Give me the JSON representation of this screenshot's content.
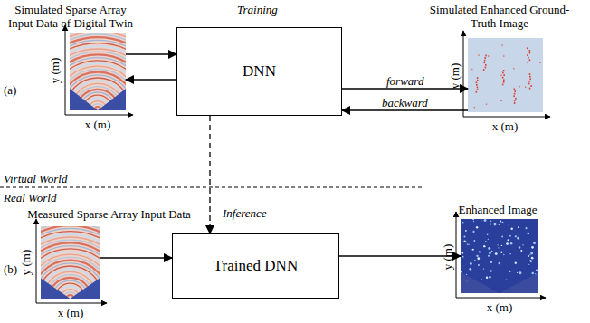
{
  "diagram": {
    "nodes": [
      {
        "text": [
          "Simulated Sparse Array Input Data of Digital Twin"
        ]
      },
      {
        "text": [
          "DNN"
        ]
      },
      {
        "text": [
          "Simulated Enhanced Ground-Truth Image"
        ]
      },
      {
        "text": [
          "Measured Sparse Array Input Data"
        ]
      },
      {
        "text": [
          "Trained DNN"
        ]
      },
      {
        "text": [
          "Enhanced Image"
        ]
      }
    ],
    "edges": [
      {
        "from": 0,
        "to": 1,
        "arrow": "to"
      },
      {
        "from": 1,
        "to": 0,
        "arrow": "to"
      },
      {
        "from": 1,
        "to": 2,
        "arrow": "to",
        "label": "forward"
      },
      {
        "from": 2,
        "to": 1,
        "arrow": "to",
        "label": "backward"
      },
      {
        "from": 1,
        "to": 4,
        "arrow": "to",
        "label": "Inference"
      },
      {
        "from": 3,
        "to": 4,
        "arrow": "to"
      },
      {
        "from": 4,
        "to": 5,
        "arrow": "to"
      }
    ],
    "labels": [
      "Training",
      "(a)",
      "(b)",
      "Virtual World",
      "Real World",
      "y (m)",
      "x (m)",
      "y (m)",
      "x (m)",
      "y (m)",
      "x (m)",
      "y (m)",
      "x (m)"
    ]
  }
}
